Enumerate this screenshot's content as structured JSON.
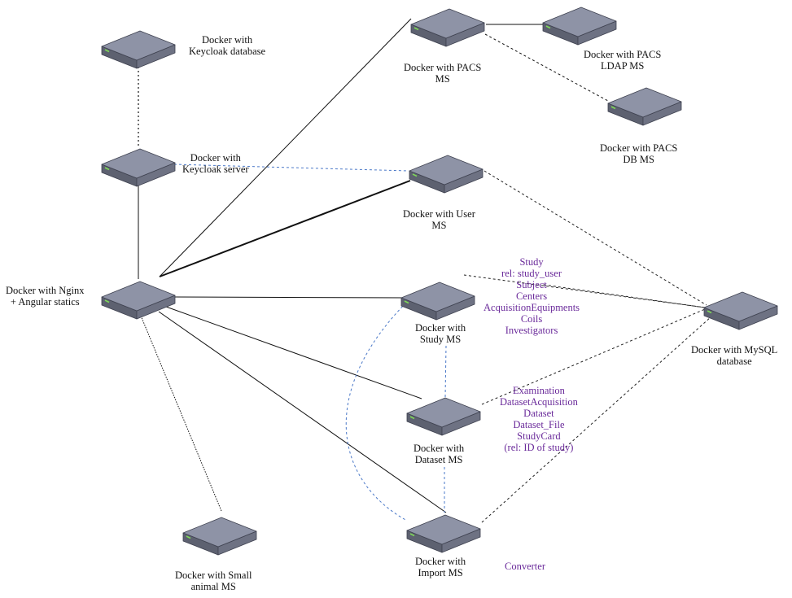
{
  "nodes": {
    "keycloak_db": {
      "label": [
        "Docker with",
        "Keycloak database"
      ]
    },
    "keycloak_server": {
      "label": [
        "Docker with",
        "Keycloak server"
      ]
    },
    "nginx": {
      "label": [
        "Docker with Nginx",
        "+ Angular statics"
      ]
    },
    "small_animal": {
      "label": [
        "Docker with Small",
        "animal MS"
      ]
    },
    "pacs": {
      "label": [
        "Docker with PACS",
        "MS"
      ]
    },
    "pacs_ldap": {
      "label": [
        "Docker with PACS",
        "LDAP MS"
      ]
    },
    "pacs_db": {
      "label": [
        "Docker with PACS",
        "DB MS"
      ]
    },
    "user": {
      "label": [
        "Docker with User",
        "MS"
      ]
    },
    "study": {
      "label": [
        "Docker with",
        "Study MS"
      ]
    },
    "dataset": {
      "label": [
        "Docker with",
        "Dataset MS"
      ]
    },
    "import": {
      "label": [
        "Docker with",
        "Import MS"
      ]
    },
    "mysql": {
      "label": [
        "Docker with MySQL",
        "database"
      ]
    }
  },
  "annotations": {
    "study_tables": [
      "Study",
      "rel: study_user",
      "Subject",
      "Centers",
      "AcquisitionEquipments",
      "Coils",
      "Investigators"
    ],
    "dataset_tables": [
      "Examination",
      "DatasetAcquisition",
      "Dataset",
      "Dataset_File",
      "StudyCard",
      "(rel: ID of study)"
    ],
    "import_note": "Converter"
  },
  "colors": {
    "solid_link": "#111111",
    "dashed_link": "#222222",
    "blue_link": "#4a78c8",
    "annotation": "#6a2a9a",
    "server_top": "#8e93a6",
    "server_left": "#5d6170",
    "server_right": "#6e7283",
    "server_led": "#7ed957"
  }
}
